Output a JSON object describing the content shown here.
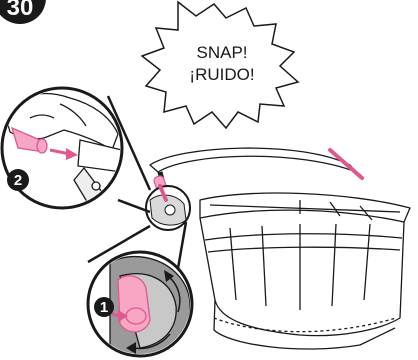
{
  "step": {
    "number": "30"
  },
  "sound_effect": {
    "line1": "SNAP!",
    "line2": "¡RUIDO!"
  },
  "callouts": [
    {
      "number": "1"
    },
    {
      "number": "2"
    }
  ],
  "colors": {
    "accent": "#f7a6c4",
    "accent_dark": "#e0578f",
    "outline": "#1a1a1a",
    "shade": "#8c8c8c"
  },
  "icons": [
    "step-badge",
    "snap-burst",
    "magnifier-callout",
    "rotate-arrow-icon",
    "push-arrow-icon"
  ]
}
